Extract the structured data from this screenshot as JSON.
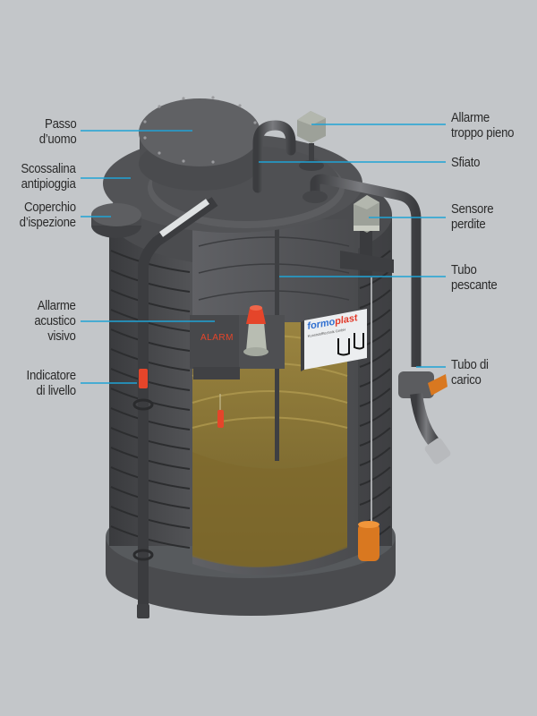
{
  "colors": {
    "background": "#c3c6c9",
    "tank": "#4a4b4e",
    "tank_dark": "#323335",
    "tank_light": "#6a6b6e",
    "liquid": "#8a7434",
    "leader_line": "#1fa3d6",
    "alarm_red": "#e5452a",
    "float_orange": "#d97820",
    "sensor_box": "#9da199",
    "brand_blue": "#2f6fd0",
    "brand_red": "#e23a2a"
  },
  "labels_left": [
    {
      "id": "passo-uomo",
      "lines": [
        "Passo",
        "d’uomo"
      ]
    },
    {
      "id": "scossalina",
      "lines": [
        "Scossalina",
        "antipioggia"
      ]
    },
    {
      "id": "coperchio",
      "lines": [
        "Coperchio",
        "d’ispezione"
      ]
    },
    {
      "id": "allarme-acustico",
      "lines": [
        "Allarme",
        "acustico",
        "visivo"
      ]
    },
    {
      "id": "indicatore",
      "lines": [
        "Indicatore",
        "di livello"
      ]
    }
  ],
  "labels_right": [
    {
      "id": "allarme-troppo-pieno",
      "lines": [
        "Allarme",
        "troppo pieno"
      ]
    },
    {
      "id": "sfiato",
      "lines": [
        "Sfiato"
      ]
    },
    {
      "id": "sensore-perdite",
      "lines": [
        "Sensore",
        "perdite"
      ]
    },
    {
      "id": "tubo-pescante",
      "lines": [
        "Tubo",
        "pescante"
      ]
    },
    {
      "id": "tubo-carico",
      "lines": [
        "Tubo di",
        "carico"
      ]
    }
  ],
  "alarm_box_text": "ALARM",
  "sign": {
    "brand_part1": "formo",
    "brand_part2": "plast",
    "subtitle": "Kunststofftechnik GmbH"
  }
}
